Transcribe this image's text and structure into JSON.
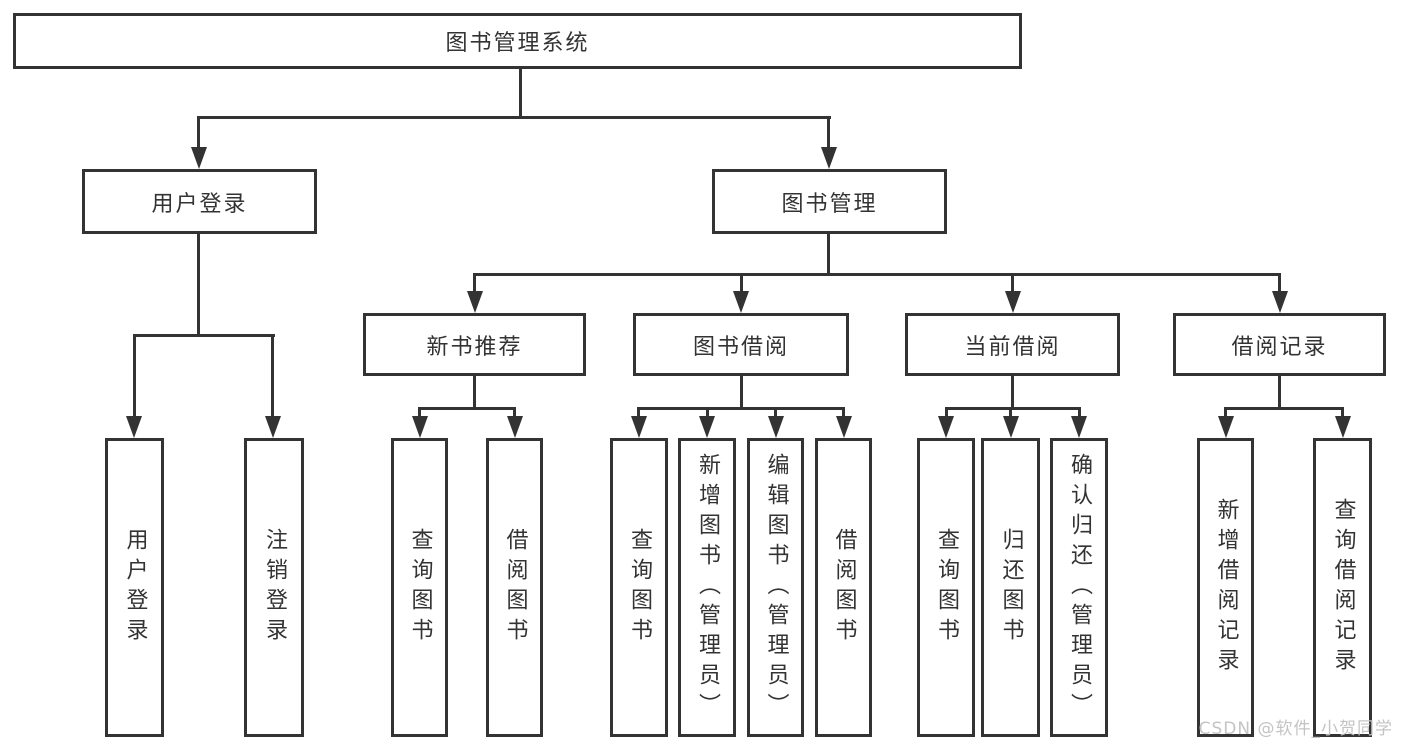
{
  "diagram_title": "图书管理系统",
  "tree": {
    "root": {
      "label": "图书管理系统",
      "children": [
        {
          "label": "用户登录",
          "children": [
            {
              "label": "用户登录"
            },
            {
              "label": "注销登录"
            }
          ]
        },
        {
          "label": "图书管理",
          "children": [
            {
              "label": "新书推荐",
              "children": [
                {
                  "label": "查询图书"
                },
                {
                  "label": "借阅图书"
                }
              ]
            },
            {
              "label": "图书借阅",
              "children": [
                {
                  "label": "查询图书"
                },
                {
                  "label": "新增图书（管理员）"
                },
                {
                  "label": "编辑图书（管理员）"
                },
                {
                  "label": "借阅图书"
                }
              ]
            },
            {
              "label": "当前借阅",
              "children": [
                {
                  "label": "查询图书"
                },
                {
                  "label": "归还图书"
                },
                {
                  "label": "确认归还（管理员）"
                }
              ]
            },
            {
              "label": "借阅记录",
              "children": [
                {
                  "label": "新增借阅记录"
                },
                {
                  "label": "查询借阅记录"
                }
              ]
            }
          ]
        }
      ]
    }
  },
  "watermark": {
    "text": "CSDN @软件_小贺同学"
  },
  "colors": {
    "background": "#ffffff",
    "line": "#333333",
    "box_border": "#333333",
    "box_fill": "#ffffff",
    "text": "#333333",
    "watermark": "#c4c4c4"
  }
}
